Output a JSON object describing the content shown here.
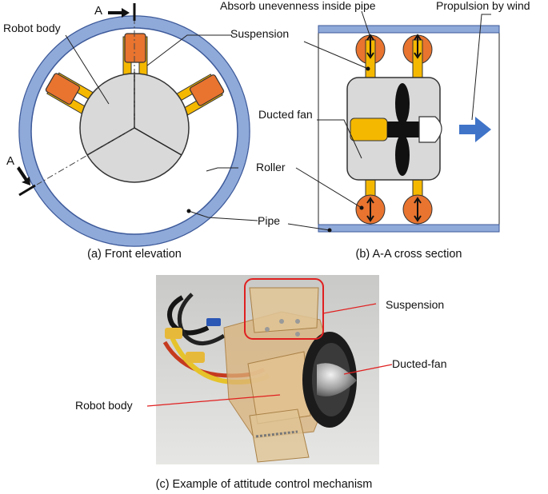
{
  "front": {
    "caption": "(a) Front elevation",
    "labels": {
      "robot_body": "Robot body",
      "suspension": "Suspension",
      "roller": "Roller",
      "pipe": "Pipe",
      "section_mark_top": "A",
      "section_mark_left": "A"
    }
  },
  "section": {
    "caption": "(b) A-A cross section",
    "labels": {
      "absorb": "Absorb unevenness inside pipe",
      "propulsion": "Propulsion by wind",
      "ducted_fan": "Ducted fan"
    }
  },
  "photo": {
    "caption": "(c) Example of attitude control mechanism",
    "labels": {
      "suspension": "Suspension",
      "ducted_fan": "Ducted-fan",
      "robot_body": "Robot body"
    }
  },
  "colors": {
    "pipe": "#8fa9d9",
    "pipe_stroke": "#3d5a9a",
    "body": "#d9d9d9",
    "suspension": "#f5b800",
    "roller": "#e8742f",
    "arrow": "#3f74c9",
    "photo_highlight": "#e02020"
  }
}
